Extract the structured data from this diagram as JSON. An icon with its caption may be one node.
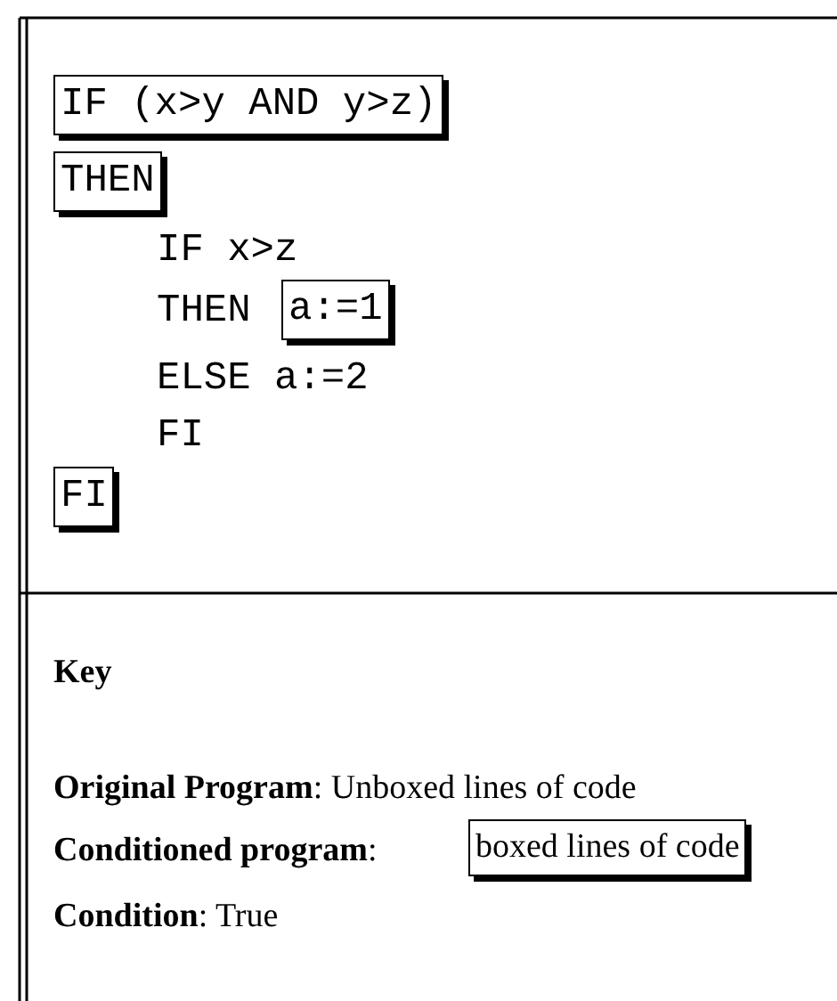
{
  "diagram": {
    "nodes": [
      {
        "text": [
          "IF (x>y AND y>z)"
        ]
      },
      {
        "text": [
          "THEN"
        ]
      },
      {
        "text": [
          "a:=1"
        ]
      },
      {
        "text": [
          "FI"
        ]
      },
      {
        "text": [
          "boxed lines of code"
        ]
      }
    ],
    "labels": [
      "IF x>z",
      "THEN",
      "ELSE a:=2",
      "FI",
      "Key",
      "**Original Program**: Unboxed lines of code",
      "**Conditioned program**:",
      "**Condition**: True"
    ]
  }
}
